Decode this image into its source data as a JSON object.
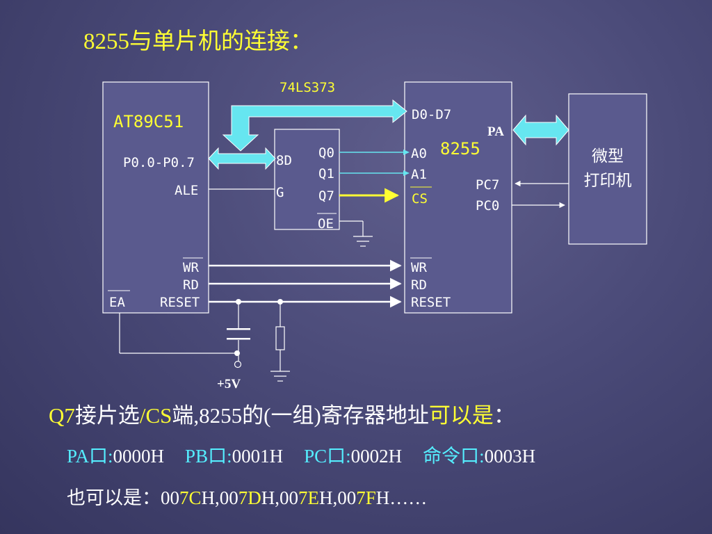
{
  "title": "8255与单片机的连接：",
  "diagram": {
    "latch_label": "74LS373",
    "mcu": {
      "name": "AT89C51",
      "port0": "P0.0-P0.7",
      "ale": "ALE",
      "wr": "WR",
      "rd": "RD",
      "ea": "EA",
      "reset": "RESET"
    },
    "latch": {
      "input": "8D",
      "gate": "G",
      "q0": "Q0",
      "q1": "Q1",
      "q7": "Q7",
      "oe": "OE"
    },
    "ppi": {
      "name": "8255",
      "data_bus": "D0-D7",
      "a0": "A0",
      "a1": "A1",
      "cs": "CS",
      "pc7": "PC7",
      "pc0": "PC0",
      "pa": "PA",
      "wr": "WR",
      "rd": "RD",
      "reset": "RESET"
    },
    "printer": {
      "line1": "微型",
      "line2": "打印机"
    },
    "supply": "+5V",
    "colors": {
      "bus_arrow": "#66e6f0",
      "outline": "#ffffff",
      "box_fill": "#5a5a8e",
      "chip_name": "#ffff33",
      "cs_label": "#ffff33"
    }
  },
  "statement": {
    "q7": "Q7",
    "mid1": "接片选",
    "cs": "/CS",
    "mid2": "端,8255的(一组)寄存器地址",
    "highlight": "可以是",
    "end": "："
  },
  "addresses": [
    {
      "label": "PA口:",
      "value": "0000H"
    },
    {
      "label": "PB口:",
      "value": "0001H"
    },
    {
      "label": "PC口:",
      "value": "0002H"
    },
    {
      "label": "命令口:",
      "value": "0003H"
    }
  ],
  "alternatives": {
    "prefix": "也可以是：",
    "items": [
      {
        "a": "00",
        "b": "7C",
        "c": "H,"
      },
      {
        "a": "00",
        "b": "7D",
        "c": "H,"
      },
      {
        "a": "00",
        "b": "7E",
        "c": "H,"
      },
      {
        "a": "00",
        "b": "7F",
        "c": "H……"
      }
    ]
  }
}
